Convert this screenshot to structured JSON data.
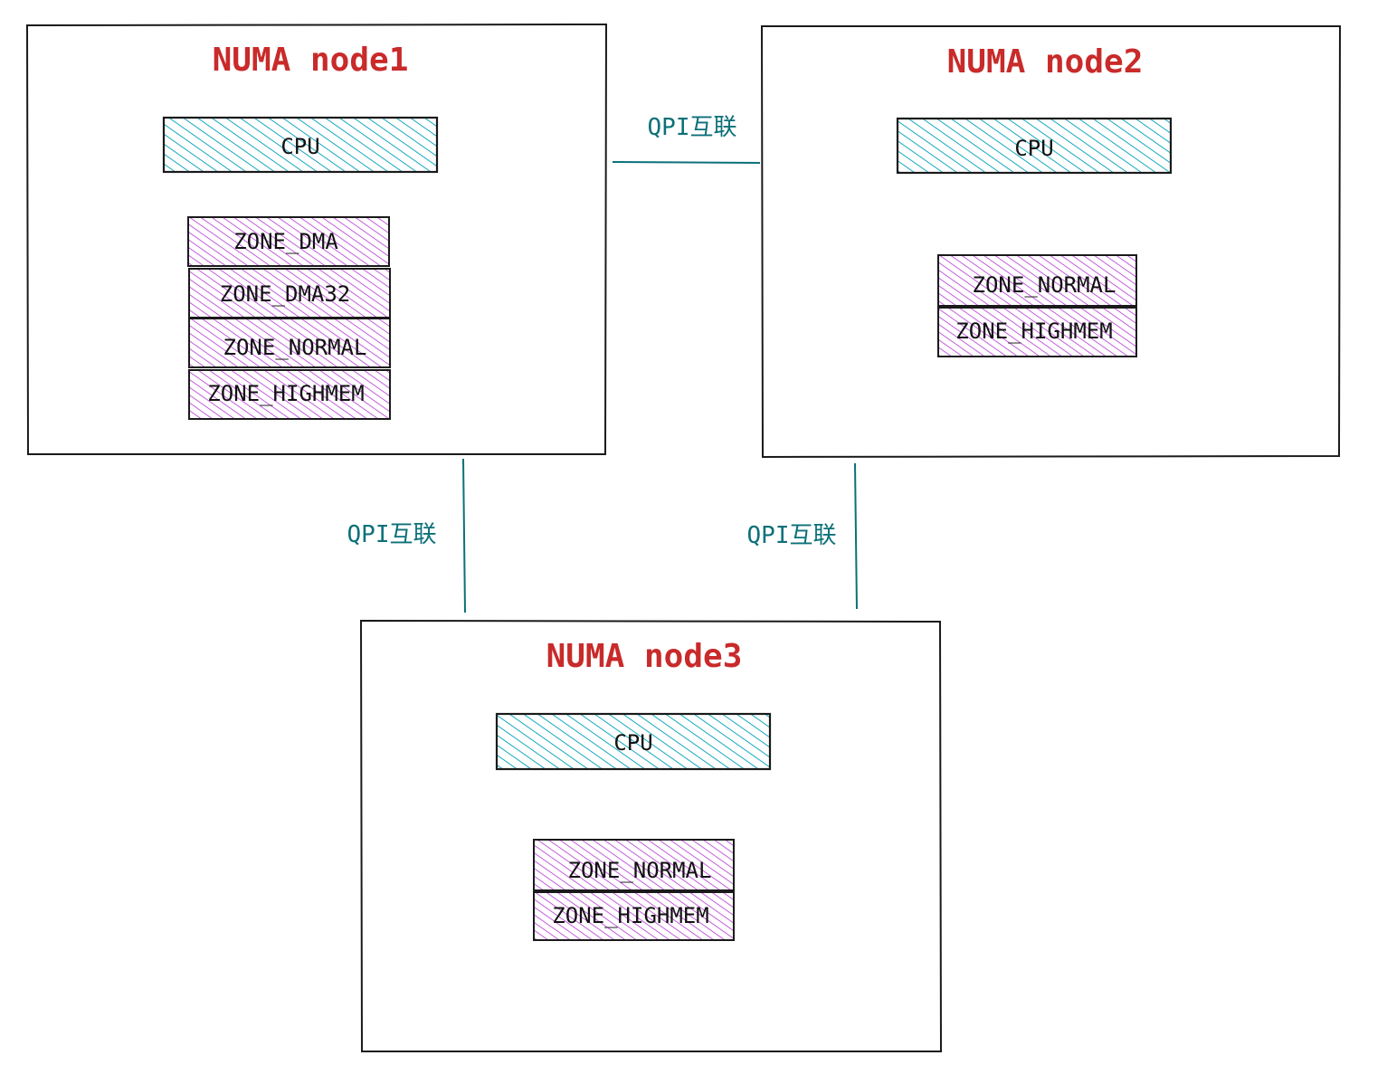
{
  "diagram": {
    "nodes": [
      {
        "title": "NUMA node1",
        "cpu_label": "CPU",
        "zones": [
          "ZONE_DMA",
          "ZONE_DMA32",
          "ZONE_NORMAL",
          "ZONE_HIGHMEM"
        ]
      },
      {
        "title": "NUMA node2",
        "cpu_label": "CPU",
        "zones": [
          "ZONE_NORMAL",
          "ZONE_HIGHMEM"
        ]
      },
      {
        "title": "NUMA node3",
        "cpu_label": "CPU",
        "zones": [
          "ZONE_NORMAL",
          "ZONE_HIGHMEM"
        ]
      }
    ],
    "links": [
      {
        "label": "QPI互联",
        "from": "NUMA node1",
        "to": "NUMA node2"
      },
      {
        "label": "QPI互联",
        "from": "NUMA node1",
        "to": "NUMA node3"
      },
      {
        "label": "QPI互联",
        "from": "NUMA node2",
        "to": "NUMA node3"
      }
    ],
    "colors": {
      "title": "#c92a2a",
      "cpu_fill": "#15aabf",
      "zone_fill": "#be4bdb",
      "link": "#0c7079",
      "stroke": "#1a1a1a"
    }
  }
}
